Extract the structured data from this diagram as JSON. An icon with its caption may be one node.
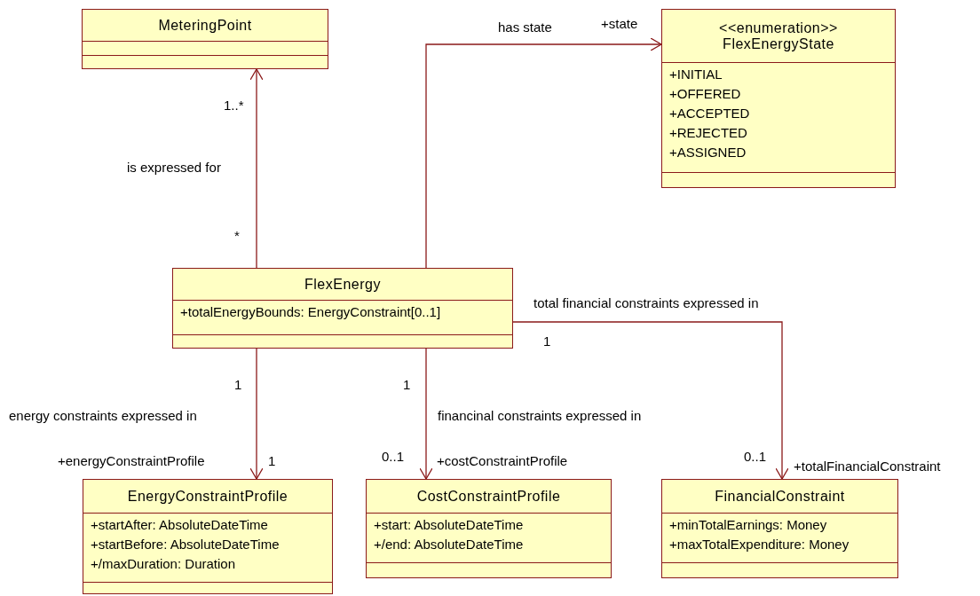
{
  "diagram": {
    "nodes": [
      {
        "text": [
          "MeteringPoint"
        ]
      },
      {
        "text": [
          "<<enumeration>>",
          "FlexEnergyState",
          "+INITIAL",
          "+OFFERED",
          "+ACCEPTED",
          "+REJECTED",
          "+ASSIGNED"
        ]
      },
      {
        "text": [
          "FlexEnergy",
          "+totalEnergyBounds: EnergyConstraint[0..1]"
        ]
      },
      {
        "text": [
          "EnergyConstraintProfile",
          "+startAfter: AbsoluteDateTime",
          "+startBefore: AbsoluteDateTime",
          "+/maxDuration: Duration"
        ]
      },
      {
        "text": [
          "CostConstraintProfile",
          "+start: AbsoluteDateTime",
          "+/end: AbsoluteDateTime"
        ]
      },
      {
        "text": [
          "FinancialConstraint",
          "+minTotalEarnings: Money",
          "+maxTotalExpenditure: Money"
        ]
      }
    ],
    "edges": [
      {
        "from": 2,
        "to": 0,
        "arrow": "to",
        "label": "is expressed for"
      },
      {
        "from": 2,
        "to": 1,
        "arrow": "to",
        "label": "has state"
      },
      {
        "from": 2,
        "to": 3,
        "arrow": "to",
        "label": "energy constraints expressed in"
      },
      {
        "from": 2,
        "to": 4,
        "arrow": "to",
        "label": "financinal constraints expressed in"
      },
      {
        "from": 2,
        "to": 5,
        "arrow": "to",
        "label": "total financial constraints expressed in"
      }
    ],
    "labels": [
      "+state",
      "1..*",
      "*",
      "1",
      "1",
      "1",
      "+energyConstraintProfile",
      "1",
      "0..1",
      "+costConstraintProfile",
      "0..1",
      "+totalFinancialConstraint"
    ]
  }
}
